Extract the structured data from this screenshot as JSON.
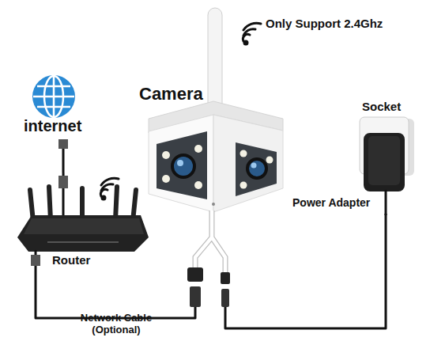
{
  "diagram": {
    "nodes": [
      {
        "text": [
          "internet"
        ]
      },
      {
        "text": [
          "Camera"
        ]
      },
      {
        "text": [
          "Router"
        ]
      },
      {
        "text": [
          "Socket"
        ]
      },
      {
        "text": [
          "Power Adapter"
        ]
      }
    ],
    "edges": [
      {
        "from": 0,
        "to": 2,
        "arrow": "none"
      },
      {
        "from": 2,
        "to": 1,
        "label": "Network Cable (Optional)",
        "arrow": "none"
      },
      {
        "from": 4,
        "to": 1,
        "arrow": "none"
      }
    ],
    "labels": [
      "Only Support 2.4Ghz"
    ]
  }
}
